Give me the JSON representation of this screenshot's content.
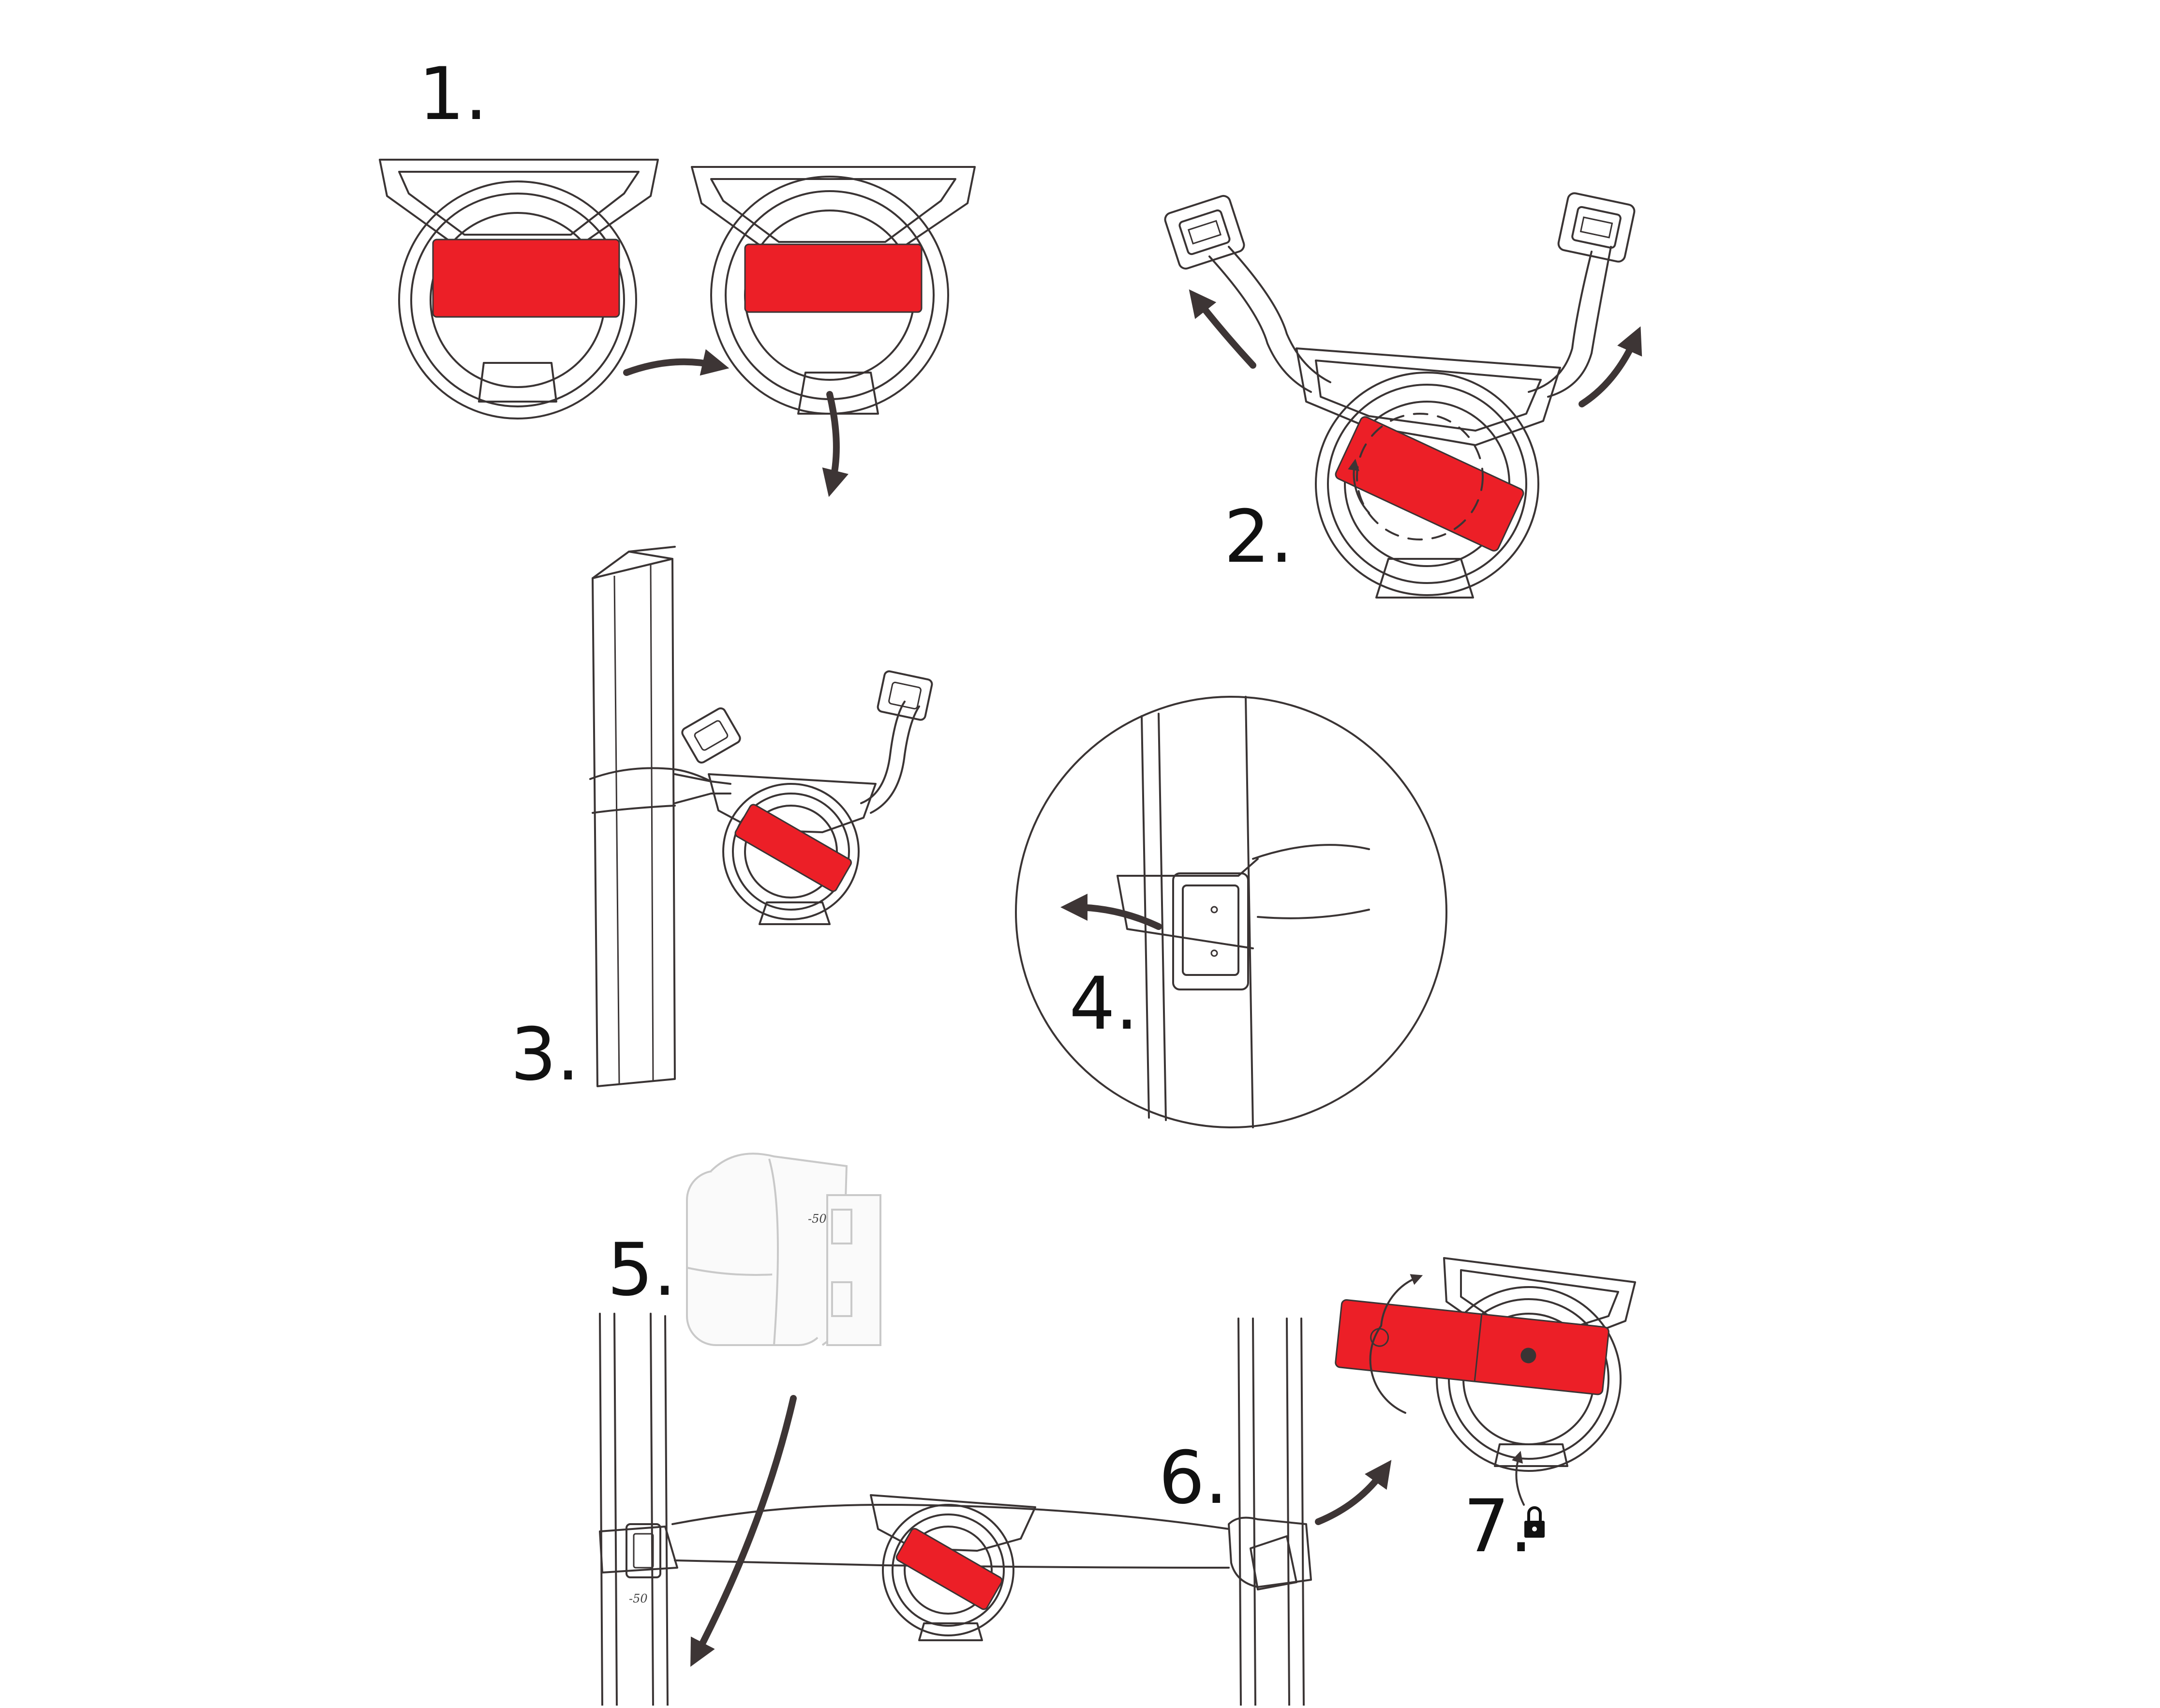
{
  "steps": [
    {
      "label": "1."
    },
    {
      "label": "2."
    },
    {
      "label": "3."
    },
    {
      "label": "4."
    },
    {
      "label": "5."
    },
    {
      "label": "6."
    },
    {
      "label": "7."
    }
  ],
  "bag_marking": "-50",
  "strap_marking": "-50",
  "icons": {
    "lock": "lock-icon",
    "rotate": "rotate-arrow-icon"
  },
  "colors": {
    "accent": "#ec1f27",
    "line": "#3a3434",
    "background": "#ffffff"
  }
}
